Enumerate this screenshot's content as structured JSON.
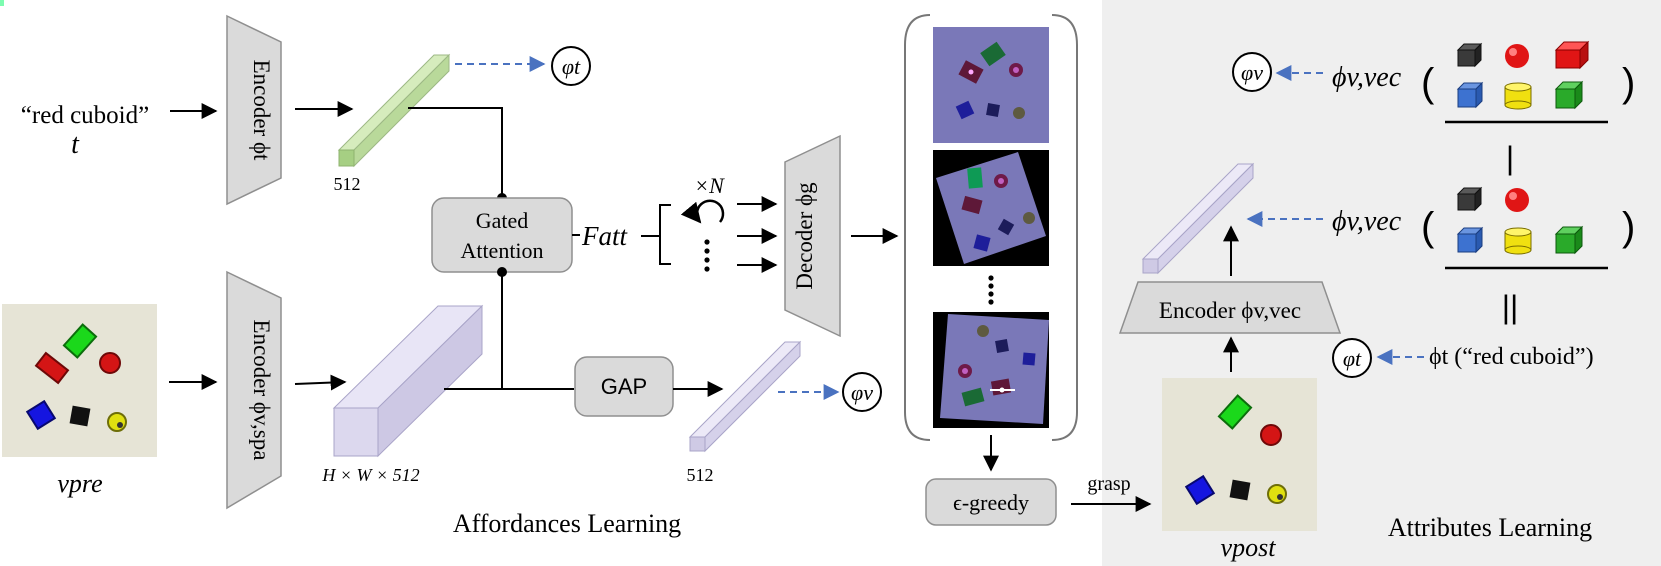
{
  "text_input": {
    "phrase": "“red cuboid”",
    "symbol": "t"
  },
  "encoders": {
    "text": "Encoder ϕt",
    "spatial": "Encoder ϕv,spa",
    "decoder": "Decoder ϕg",
    "vec": "Encoder ϕv,vec"
  },
  "features": {
    "text_dim": "512",
    "spatial_dim": "H × W × 512",
    "gap_dim": "512"
  },
  "modules": {
    "gated_attention_1": "Gated",
    "gated_attention_2": "Attention",
    "gap": "GAP",
    "egreedy": "ϵ-greedy"
  },
  "symbols": {
    "phi_t_circle": "φt",
    "phi_v_circle": "φv",
    "f_att": "Fatt",
    "times_n": "×N",
    "v_pre": "vpre",
    "v_post": "vpost"
  },
  "right_panel": {
    "phi_vec_1": "ϕv,vec",
    "phi_vec_2": "ϕv,vec",
    "phi_t_red": "ϕt (“red cuboid”)",
    "vertical_bar": "|",
    "equals": "||"
  },
  "arrows": {
    "grasp": "grasp"
  },
  "captions": {
    "affordances": "Affordances Learning",
    "attributes": "Attributes Learning"
  },
  "colors": {
    "panel_bg": "#efefef",
    "green_bar": "#b9d99a",
    "lavender_bar": "#dcd8ee",
    "grey_block": "#dadada",
    "scene_bg": "#e6e4d6",
    "heatmap_bg": "#7a78b8",
    "dashed_blue": "#4a72c0"
  }
}
